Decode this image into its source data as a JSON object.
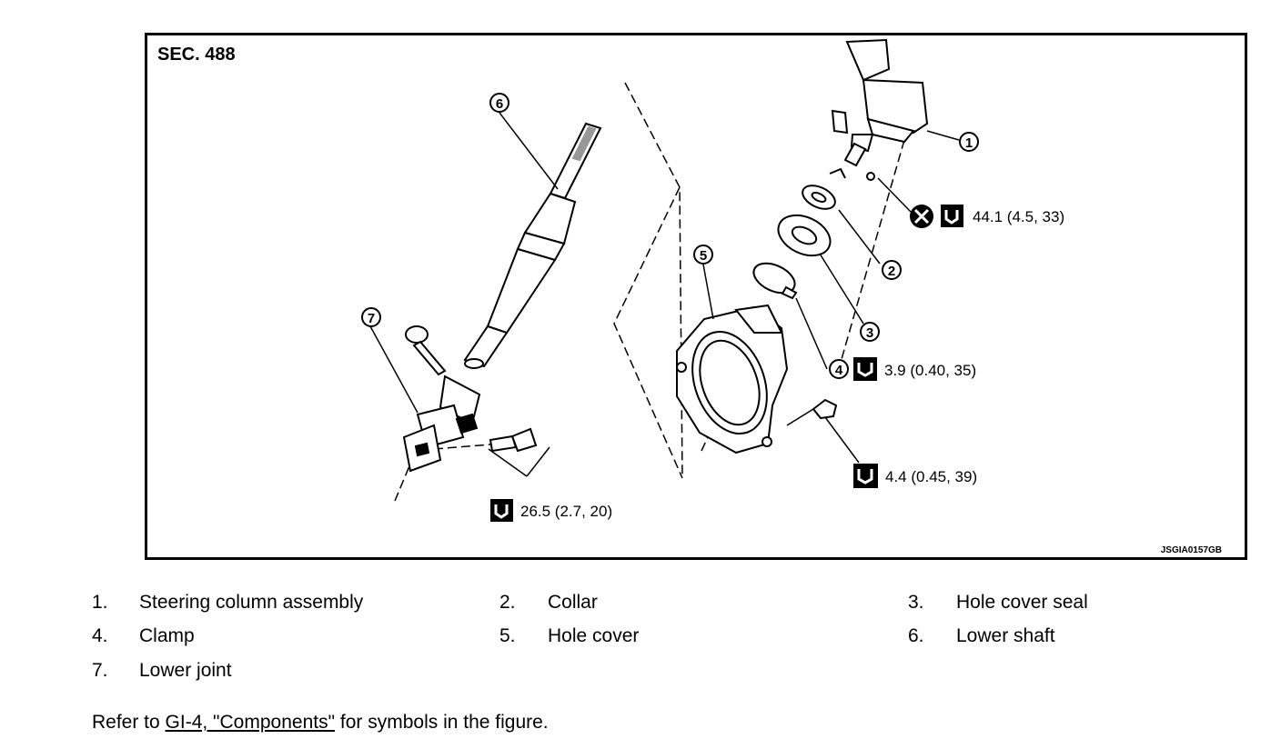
{
  "figure": {
    "section_label": "SEC. 488",
    "figure_code": "JSGIA0157GB",
    "callouts": [
      "1",
      "2",
      "3",
      "4",
      "5",
      "6",
      "7"
    ],
    "torques": {
      "t1": "44.1 (4.5, 33)",
      "t2": "3.9 (0.40, 35)",
      "t3": "4.4 (0.45, 39)",
      "t4": "26.5 (2.7, 20)"
    },
    "icons": [
      "replace-part-icon",
      "torque-wrench-icon"
    ]
  },
  "legend": [
    {
      "num": "1.",
      "label": "Steering column assembly"
    },
    {
      "num": "2.",
      "label": "Collar"
    },
    {
      "num": "3.",
      "label": "Hole cover seal"
    },
    {
      "num": "4.",
      "label": "Clamp"
    },
    {
      "num": "5.",
      "label": "Hole cover"
    },
    {
      "num": "6.",
      "label": "Lower shaft"
    },
    {
      "num": "7.",
      "label": "Lower joint"
    }
  ],
  "footnote": {
    "prefix": "Refer to ",
    "link": "GI-4, \"Components\"",
    "suffix": " for symbols in the figure."
  }
}
